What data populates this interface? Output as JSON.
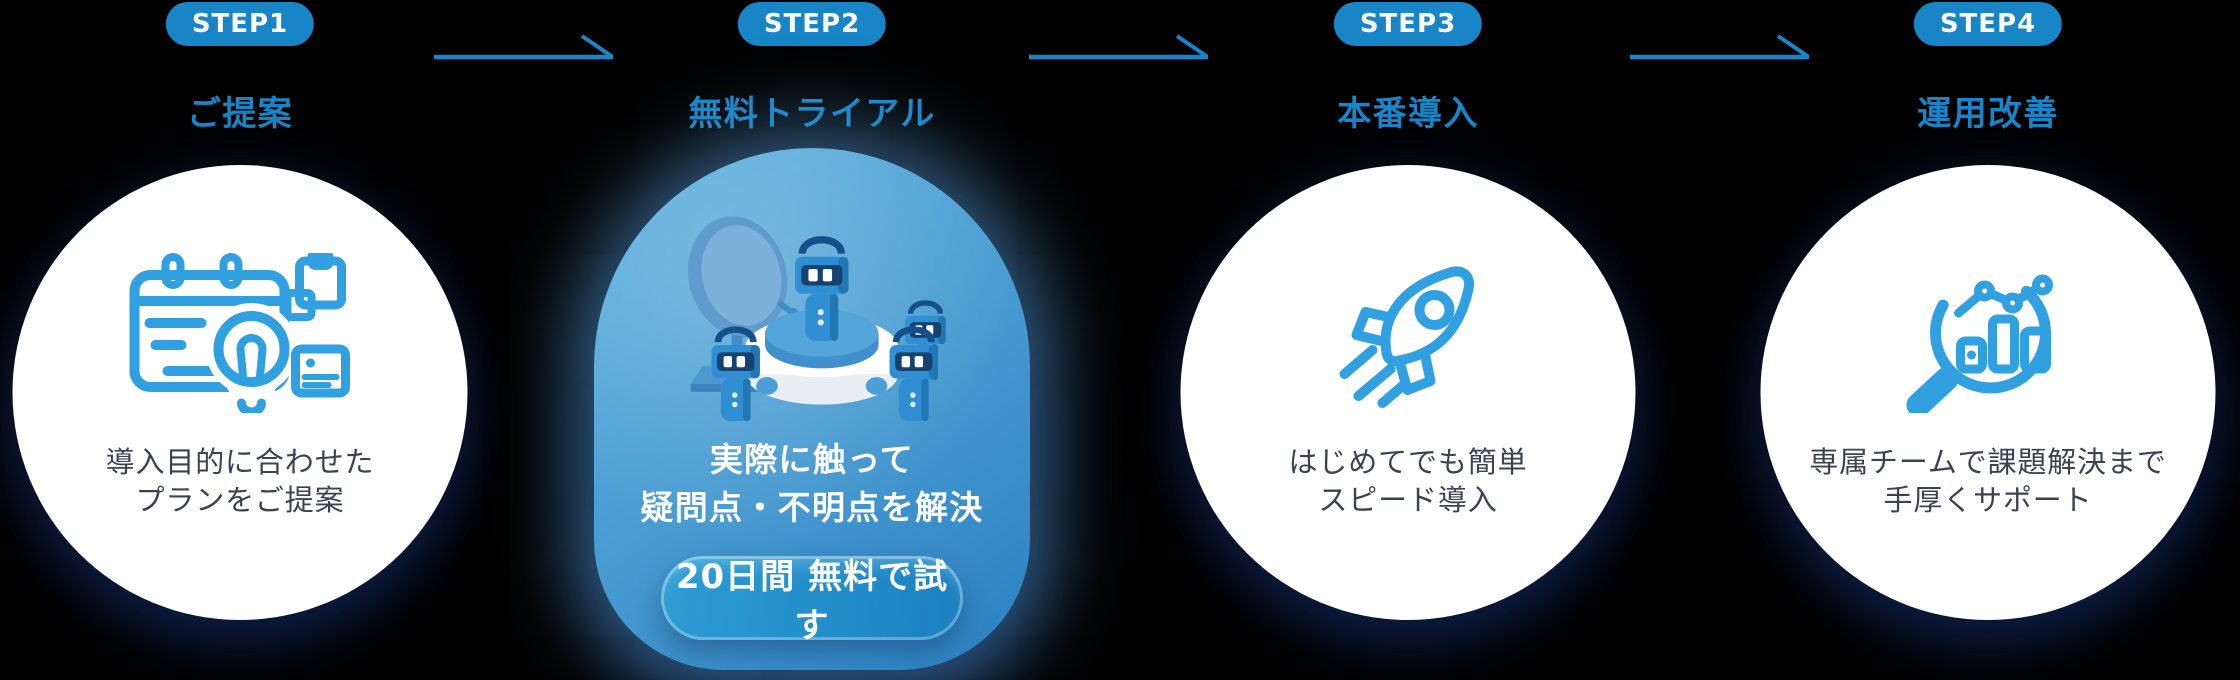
{
  "steps": [
    {
      "badge": "STEP1",
      "title": "ご提案",
      "description_lines": [
        "導入目的に合わせた",
        "プランをご提案"
      ],
      "icon": "calendar-lightbulb-icon"
    },
    {
      "badge": "STEP2",
      "title": "無料トライアル",
      "description_lines": [
        "実際に触って",
        "疑問点・不明点を解決"
      ],
      "button_label": "20日間 無料で試す",
      "icon": "robots-satellite-illustration",
      "highlighted": true
    },
    {
      "badge": "STEP3",
      "title": "本番導入",
      "description_lines": [
        "はじめてでも簡単",
        "スピード導入"
      ],
      "icon": "rocket-icon"
    },
    {
      "badge": "STEP4",
      "title": "運用改善",
      "description_lines": [
        "専属チームで課題解決まで",
        "手厚くサポート"
      ],
      "icon": "magnifier-chart-icon"
    }
  ],
  "arrow_icon": "step-arrow-icon",
  "colors": {
    "accent_blue": "#1785c6",
    "icon_stroke_blue": "#30a0e0",
    "text_dark": "#3c4154",
    "card_background": "#ffffff",
    "highlight_gradient_start": "#64b4df",
    "highlight_gradient_end": "#2b80c2",
    "button_gradient_start": "#2d9ed4",
    "button_gradient_end": "#1b80c1",
    "page_background": "#000000"
  }
}
